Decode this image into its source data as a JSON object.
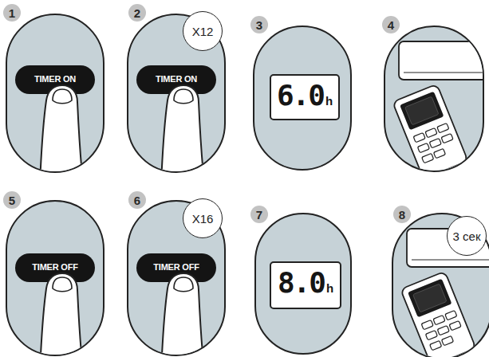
{
  "diagram": {
    "nodes": [
      {
        "text": [
          "1"
        ]
      },
      {
        "text": [
          "TIMER ON"
        ]
      },
      {
        "text": [
          "2"
        ]
      },
      {
        "text": [
          "X12"
        ]
      },
      {
        "text": [
          "TIMER ON"
        ]
      },
      {
        "text": [
          "3"
        ]
      },
      {
        "text": [
          "6.0",
          "h"
        ]
      },
      {
        "text": [
          "4"
        ]
      },
      {
        "text": [
          "5"
        ]
      },
      {
        "text": [
          "TIMER OFF"
        ]
      },
      {
        "text": [
          "6"
        ]
      },
      {
        "text": [
          "X16"
        ]
      },
      {
        "text": [
          "TIMER OFF"
        ]
      },
      {
        "text": [
          "7"
        ]
      },
      {
        "text": [
          "8.0",
          "h"
        ]
      },
      {
        "text": [
          "8"
        ]
      },
      {
        "text": [
          "3 сек"
        ]
      }
    ]
  }
}
